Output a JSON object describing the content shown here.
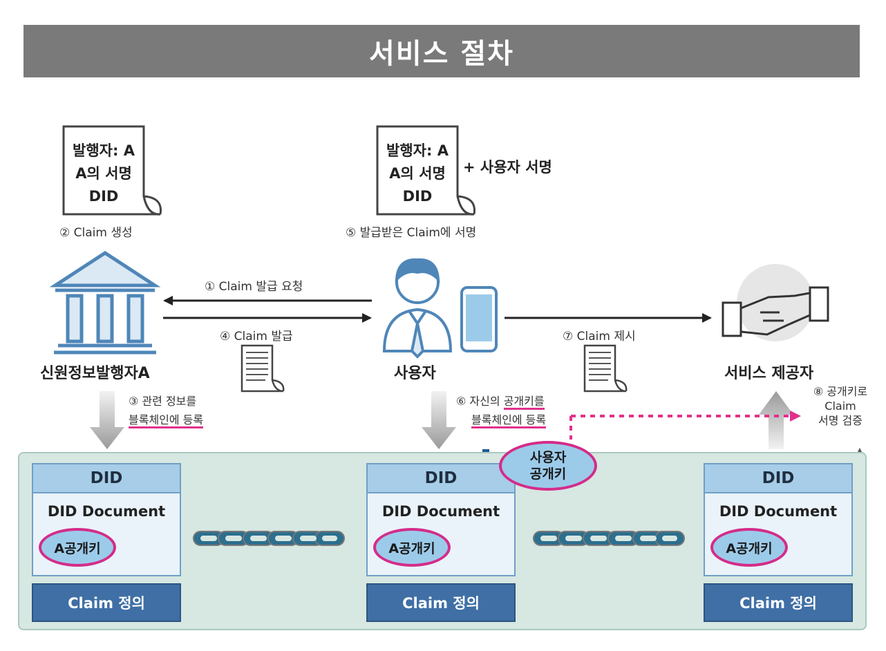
{
  "title": "서비스 절차",
  "documents": {
    "issuer_doc": {
      "line1": "발행자: A",
      "line2": "A의 서명",
      "line3": "DID"
    },
    "user_doc": {
      "line1": "발행자: A",
      "line2": "A의 서명",
      "line3": "DID"
    },
    "user_signature_label": "+ 사용자 서명"
  },
  "captions": {
    "claim_create": "② Claim 생성",
    "claim_sign": "⑤ 발급받은 Claim에 서명",
    "claim_request": "① Claim 발급 요청",
    "claim_issue": "④ Claim 발급",
    "claim_present": "⑦ Claim 제시"
  },
  "roles": {
    "issuer": "신원정보발행자A",
    "user": "사용자",
    "provider": "서비스 제공자"
  },
  "notes": {
    "issuer_register_line1": "③ 관련 정보를",
    "issuer_register_line2": "블록체인에 등록",
    "user_register_prefix": "⑥ 자신의 ",
    "user_register_key": "공개키를",
    "user_register_line2": "블록체인에 등록",
    "verify_line1": "⑧ 공개키로",
    "verify_line2": "Claim",
    "verify_line3": "서명 검증"
  },
  "blocks": [
    {
      "did": "DID",
      "document": "DID Document",
      "key": "A공개키",
      "claim": "Claim 정의"
    },
    {
      "did": "DID",
      "document": "DID Document",
      "key": "A공개키",
      "claim": "Claim 정의"
    },
    {
      "did": "DID",
      "document": "DID Document",
      "key": "A공개키",
      "claim": "Claim 정의"
    }
  ],
  "user_public_key": {
    "line1": "사용자",
    "line2": "공개키"
  },
  "colors": {
    "title_bar": "#7a7a7a",
    "accent_pink": "#e0318c",
    "did_header": "#a7cde8",
    "claim_box": "#3f6fa5",
    "chain_background": "#d7e7e2",
    "icon_blue": "#4f86b8"
  }
}
